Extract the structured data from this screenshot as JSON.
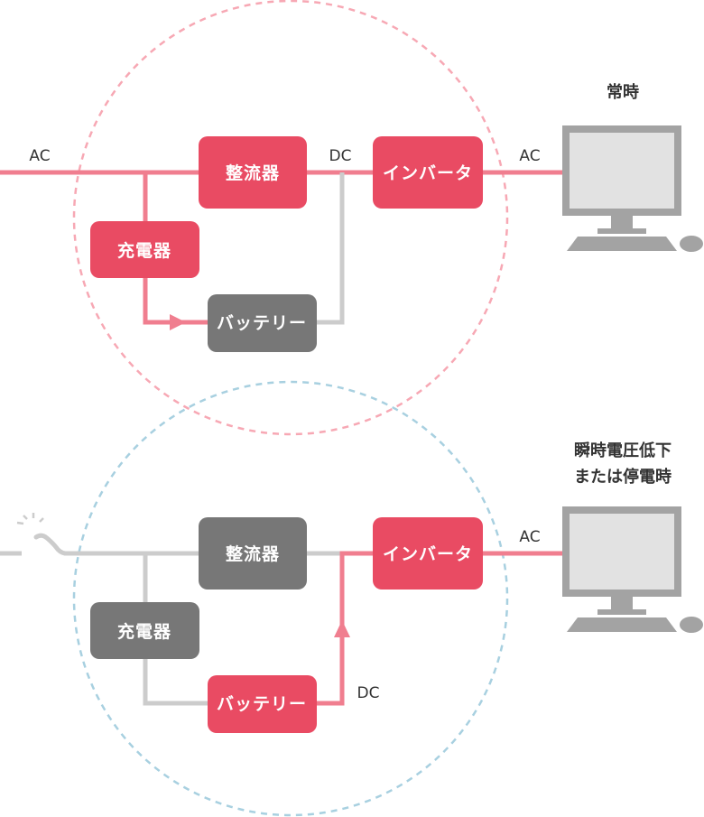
{
  "colors": {
    "active_box": "#e94b63",
    "inactive_box": "#777777",
    "active_line": "#f07e8f",
    "inactive_line": "#cccccc",
    "normal_circle": "#f7a8b4",
    "outage_circle": "#a8d0e0",
    "monitor_frame": "#a3a3a3",
    "monitor_screen": "#e2e2e2",
    "label_text": "#333333"
  },
  "normal": {
    "title": "常時",
    "labels": {
      "ac_in": "AC",
      "dc": "DC",
      "ac_out": "AC"
    },
    "boxes": {
      "rectifier": {
        "label": "整流器",
        "state": "active"
      },
      "charger": {
        "label": "充電器",
        "state": "active"
      },
      "inverter": {
        "label": "インバータ",
        "state": "active"
      },
      "battery": {
        "label": "バッテリー",
        "state": "inactive"
      }
    }
  },
  "outage": {
    "title_line1": "瞬時電圧低下",
    "title_line2": "または停電時",
    "labels": {
      "dc": "DC",
      "ac_out": "AC"
    },
    "boxes": {
      "rectifier": {
        "label": "整流器",
        "state": "inactive"
      },
      "charger": {
        "label": "充電器",
        "state": "inactive"
      },
      "inverter": {
        "label": "インバータ",
        "state": "active"
      },
      "battery": {
        "label": "バッテリー",
        "state": "active"
      }
    }
  },
  "icons": {
    "computer": "desktop-computer-icon",
    "broken_cable": "broken-power-line-icon"
  }
}
